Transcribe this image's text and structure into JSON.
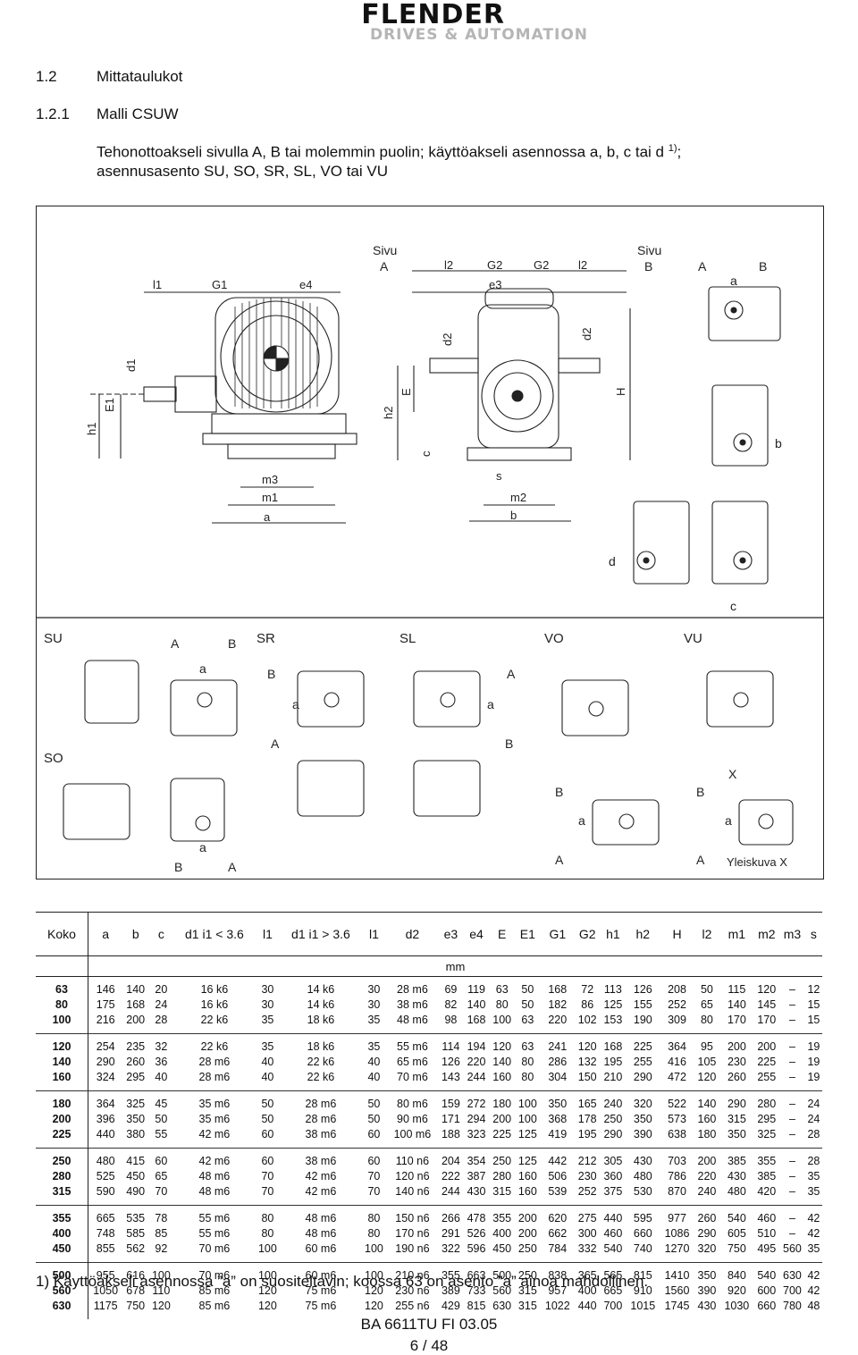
{
  "header": {
    "brand": "FLENDER",
    "tagline": "DRIVES & AUTOMATION"
  },
  "section": {
    "number": "1.2",
    "title": "Mittataulukot"
  },
  "subsection": {
    "number": "1.2.1",
    "title": "Malli CSUW"
  },
  "intro": {
    "line1": "Tehonottoakseli sivulla A, B tai molemmin puolin; käyttöakseli asennossa a, b, c tai d",
    "sup": "1)",
    "line1_end": ";",
    "line2": "asennusasento SU, SO, SR, SL, VO tai VU"
  },
  "figure": {
    "sivu_a": "Sivu\nA",
    "sivu_b": "Sivu\nB",
    "labels_left": [
      "l1",
      "G1",
      "e4",
      "d1",
      "E1",
      "h1",
      "m3",
      "m1",
      "a"
    ],
    "labels_mid": [
      "l2",
      "G2",
      "e3",
      "G2",
      "l2",
      "d2",
      "d2",
      "E",
      "h2",
      "H",
      "c",
      "s",
      "m2",
      "b"
    ],
    "pos_a": "a",
    "pos_b": "b",
    "pos_c": "c",
    "pos_d": "d",
    "side_A": "A",
    "side_B": "B",
    "mounting": [
      "SU",
      "SR",
      "SL",
      "VO",
      "VU",
      "SO"
    ],
    "x_label": "X",
    "caption": "Yleiskuva X"
  },
  "table": {
    "headers": [
      "Koko",
      "a",
      "b",
      "c",
      "d1 i1 < 3.6",
      "l1",
      "d1 i1 > 3.6",
      "l1",
      "d2",
      "e3",
      "e4",
      "E",
      "E1",
      "G1",
      "G2",
      "h1",
      "h2",
      "H",
      "l2",
      "m1",
      "m2",
      "m3",
      "s"
    ],
    "unit": "mm",
    "groups": [
      [
        [
          "63",
          "146",
          "140",
          "20",
          "16 k6",
          "30",
          "14 k6",
          "30",
          "28 m6",
          "69",
          "119",
          "63",
          "50",
          "168",
          "72",
          "113",
          "126",
          "208",
          "50",
          "115",
          "120",
          "–",
          "12"
        ],
        [
          "80",
          "175",
          "168",
          "24",
          "16 k6",
          "30",
          "14 k6",
          "30",
          "38 m6",
          "82",
          "140",
          "80",
          "50",
          "182",
          "86",
          "125",
          "155",
          "252",
          "65",
          "140",
          "145",
          "–",
          "15"
        ],
        [
          "100",
          "216",
          "200",
          "28",
          "22 k6",
          "35",
          "18 k6",
          "35",
          "48 m6",
          "98",
          "168",
          "100",
          "63",
          "220",
          "102",
          "153",
          "190",
          "309",
          "80",
          "170",
          "170",
          "–",
          "15"
        ]
      ],
      [
        [
          "120",
          "254",
          "235",
          "32",
          "22 k6",
          "35",
          "18 k6",
          "35",
          "55 m6",
          "114",
          "194",
          "120",
          "63",
          "241",
          "120",
          "168",
          "225",
          "364",
          "95",
          "200",
          "200",
          "–",
          "19"
        ],
        [
          "140",
          "290",
          "260",
          "36",
          "28 m6",
          "40",
          "22 k6",
          "40",
          "65 m6",
          "126",
          "220",
          "140",
          "80",
          "286",
          "132",
          "195",
          "255",
          "416",
          "105",
          "230",
          "225",
          "–",
          "19"
        ],
        [
          "160",
          "324",
          "295",
          "40",
          "28 m6",
          "40",
          "22 k6",
          "40",
          "70 m6",
          "143",
          "244",
          "160",
          "80",
          "304",
          "150",
          "210",
          "290",
          "472",
          "120",
          "260",
          "255",
          "–",
          "19"
        ]
      ],
      [
        [
          "180",
          "364",
          "325",
          "45",
          "35 m6",
          "50",
          "28 m6",
          "50",
          "80 m6",
          "159",
          "272",
          "180",
          "100",
          "350",
          "165",
          "240",
          "320",
          "522",
          "140",
          "290",
          "280",
          "–",
          "24"
        ],
        [
          "200",
          "396",
          "350",
          "50",
          "35 m6",
          "50",
          "28 m6",
          "50",
          "90 m6",
          "171",
          "294",
          "200",
          "100",
          "368",
          "178",
          "250",
          "350",
          "573",
          "160",
          "315",
          "295",
          "–",
          "24"
        ],
        [
          "225",
          "440",
          "380",
          "55",
          "42 m6",
          "60",
          "38 m6",
          "60",
          "100 m6",
          "188",
          "323",
          "225",
          "125",
          "419",
          "195",
          "290",
          "390",
          "638",
          "180",
          "350",
          "325",
          "–",
          "28"
        ]
      ],
      [
        [
          "250",
          "480",
          "415",
          "60",
          "42 m6",
          "60",
          "38 m6",
          "60",
          "110 n6",
          "204",
          "354",
          "250",
          "125",
          "442",
          "212",
          "305",
          "430",
          "703",
          "200",
          "385",
          "355",
          "–",
          "28"
        ],
        [
          "280",
          "525",
          "450",
          "65",
          "48 m6",
          "70",
          "42 m6",
          "70",
          "120 n6",
          "222",
          "387",
          "280",
          "160",
          "506",
          "230",
          "360",
          "480",
          "786",
          "220",
          "430",
          "385",
          "–",
          "35"
        ],
        [
          "315",
          "590",
          "490",
          "70",
          "48 m6",
          "70",
          "42 m6",
          "70",
          "140 n6",
          "244",
          "430",
          "315",
          "160",
          "539",
          "252",
          "375",
          "530",
          "870",
          "240",
          "480",
          "420",
          "–",
          "35"
        ]
      ],
      [
        [
          "355",
          "665",
          "535",
          "78",
          "55 m6",
          "80",
          "48 m6",
          "80",
          "150 n6",
          "266",
          "478",
          "355",
          "200",
          "620",
          "275",
          "440",
          "595",
          "977",
          "260",
          "540",
          "460",
          "–",
          "42"
        ],
        [
          "400",
          "748",
          "585",
          "85",
          "55 m6",
          "80",
          "48 m6",
          "80",
          "170 n6",
          "291",
          "526",
          "400",
          "200",
          "662",
          "300",
          "460",
          "660",
          "1086",
          "290",
          "605",
          "510",
          "–",
          "42"
        ],
        [
          "450",
          "855",
          "562",
          "92",
          "70 m6",
          "100",
          "60 m6",
          "100",
          "190 n6",
          "322",
          "596",
          "450",
          "250",
          "784",
          "332",
          "540",
          "740",
          "1270",
          "320",
          "750",
          "495",
          "560",
          "35"
        ]
      ],
      [
        [
          "500",
          "955",
          "616",
          "100",
          "70 m6",
          "100",
          "60 m6",
          "100",
          "210 n6",
          "355",
          "663",
          "500",
          "250",
          "838",
          "365",
          "565",
          "815",
          "1410",
          "350",
          "840",
          "540",
          "630",
          "42"
        ],
        [
          "560",
          "1050",
          "678",
          "110",
          "85 m6",
          "120",
          "75 m6",
          "120",
          "230 n6",
          "389",
          "733",
          "560",
          "315",
          "957",
          "400",
          "665",
          "910",
          "1560",
          "390",
          "920",
          "600",
          "700",
          "42"
        ],
        [
          "630",
          "1175",
          "750",
          "120",
          "85 m6",
          "120",
          "75 m6",
          "120",
          "255 n6",
          "429",
          "815",
          "630",
          "315",
          "1022",
          "440",
          "700",
          "1015",
          "1745",
          "430",
          "1030",
          "660",
          "780",
          "48"
        ]
      ]
    ]
  },
  "footnote": "1) Käyttöakseli asennossa ”a” on suositeltavin; koossa 63 on asento ”a” ainoa mahdollinen.",
  "footer": {
    "doc_id": "BA 6611TU FI 03.05",
    "page": "6 / 48"
  }
}
